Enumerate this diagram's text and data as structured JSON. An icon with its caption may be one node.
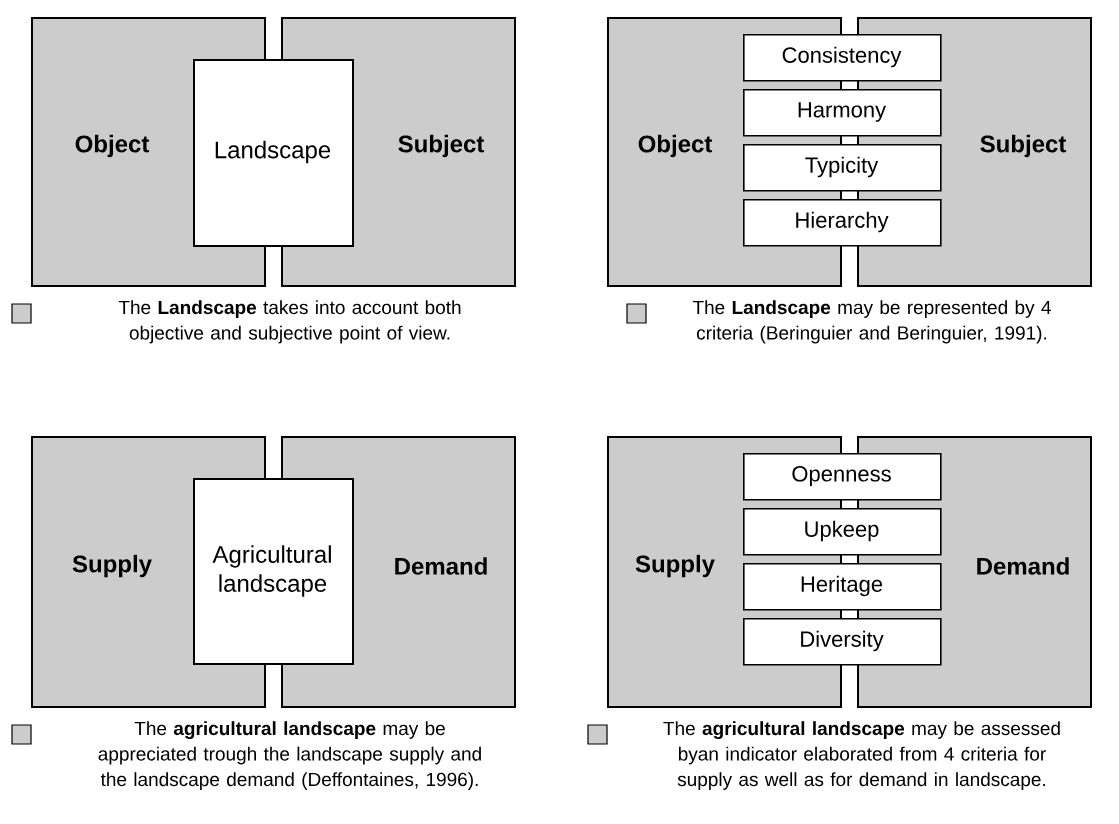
{
  "diagram": {
    "nodes": [
      {
        "text": [
          "Object"
        ]
      },
      {
        "text": [
          "Subject"
        ]
      },
      {
        "text": [
          "Landscape"
        ]
      },
      {
        "text": [
          "Object"
        ]
      },
      {
        "text": [
          "Subject"
        ]
      },
      {
        "text": [
          "Consistency"
        ]
      },
      {
        "text": [
          "Harmony"
        ]
      },
      {
        "text": [
          "Typicity"
        ]
      },
      {
        "text": [
          "Hierarchy"
        ]
      },
      {
        "text": [
          "Supply"
        ]
      },
      {
        "text": [
          "Demand"
        ]
      },
      {
        "text": [
          "Agricultural landscape"
        ]
      },
      {
        "text": [
          "Supply"
        ]
      },
      {
        "text": [
          "Demand"
        ]
      },
      {
        "text": [
          "Openness"
        ]
      },
      {
        "text": [
          "Upkeep"
        ]
      },
      {
        "text": [
          "Heritage"
        ]
      },
      {
        "text": [
          "Diversity"
        ]
      }
    ],
    "labels": [
      "The **Landscape** takes into account both objective and subjective point of view.",
      "The **Landscape** may be represented by 4 criteria (Beringuier and Beringuier, 1991).",
      "The **agricultural landscape** may be appreciated trough the landscape supply and the landscape demand (Deffontaines, 1996).",
      "The **agricultural landscape** may be assessed byan indicator elaborated from 4 criteria for supply as well as for demand in landscape."
    ]
  }
}
